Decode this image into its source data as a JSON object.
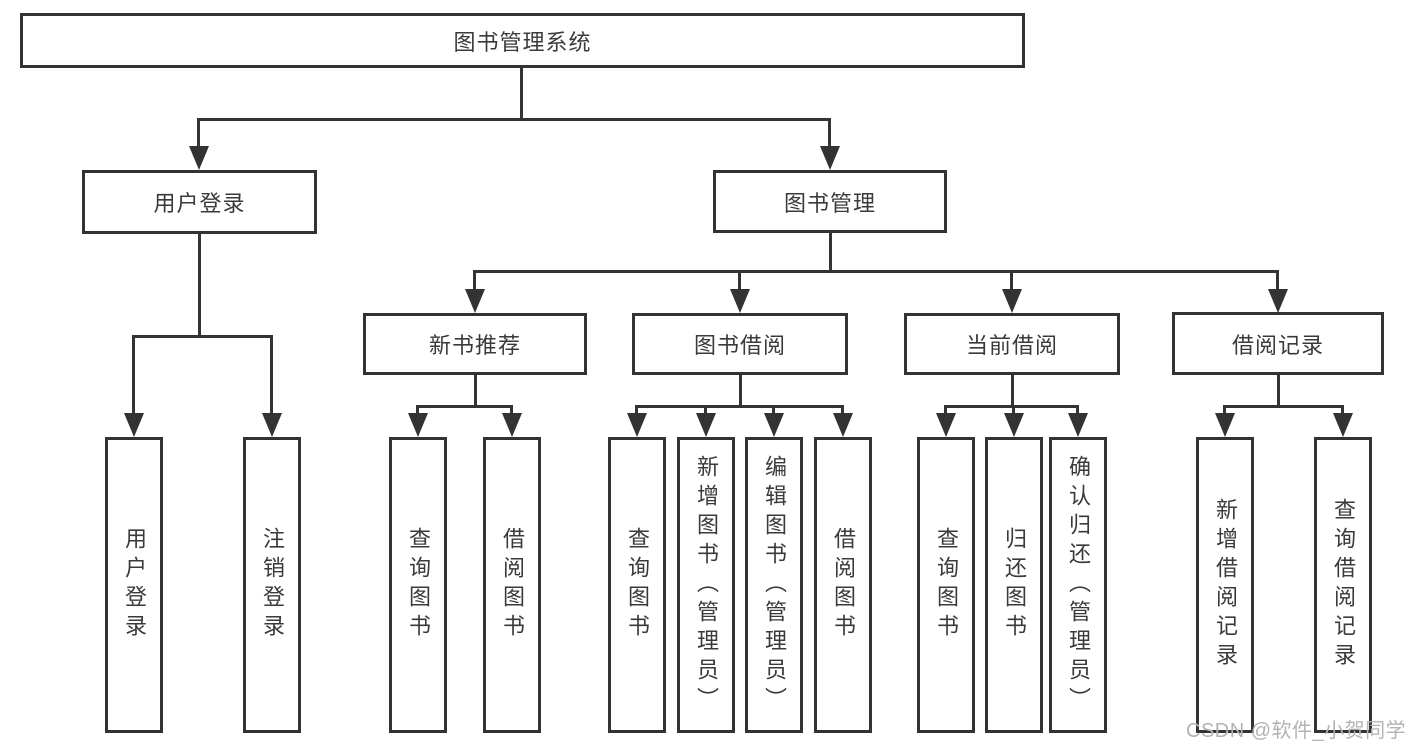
{
  "diagram": {
    "root": {
      "label": "图书管理系统"
    },
    "level2": [
      {
        "label": "用户登录"
      },
      {
        "label": "图书管理"
      }
    ],
    "level3": [
      {
        "label": "新书推荐"
      },
      {
        "label": "图书借阅"
      },
      {
        "label": "当前借阅"
      },
      {
        "label": "借阅记录"
      }
    ],
    "leaves": [
      {
        "label": "用户登录"
      },
      {
        "label": "注销登录"
      },
      {
        "label": "查询图书"
      },
      {
        "label": "借阅图书"
      },
      {
        "label": "查询图书"
      },
      {
        "label": "新增图书（管理员）"
      },
      {
        "label": "编辑图书（管理员）"
      },
      {
        "label": "借阅图书"
      },
      {
        "label": "查询图书"
      },
      {
        "label": "归还图书"
      },
      {
        "label": "确认归还（管理员）"
      },
      {
        "label": "新增借阅记录"
      },
      {
        "label": "查询借阅记录"
      }
    ],
    "watermark": {
      "text": "CSDN @软件_小贺同学"
    },
    "colors": {
      "line": "#333333",
      "text": "#3a3a3a",
      "box_background": "#ffffff",
      "watermark": "#b3b3b3"
    }
  }
}
